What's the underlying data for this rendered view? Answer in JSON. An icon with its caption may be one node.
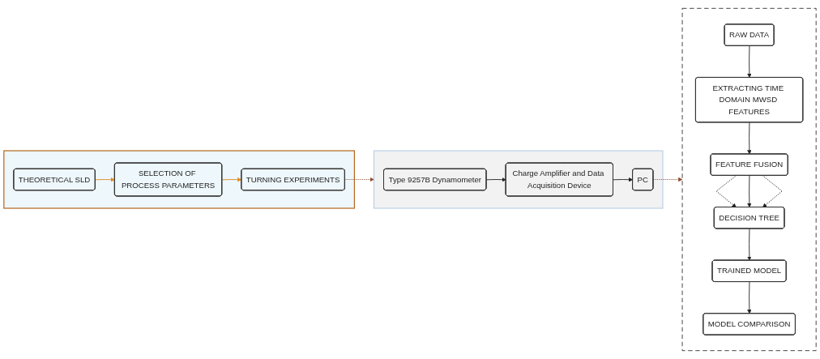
{
  "diagram": {
    "nodes": [
      {
        "text": [],
        "shape": "box"
      },
      {
        "text": [
          "THEORETICAL SLD"
        ],
        "in": 0
      },
      {
        "text": [
          "SELECTION OF PROCESS PARAMETERS"
        ],
        "in": 0
      },
      {
        "text": [
          "TURNING EXPERIMENTS"
        ],
        "in": 0
      },
      {
        "text": [],
        "shape": "box"
      },
      {
        "text": [
          "Type 9257B Dynamometer"
        ],
        "in": 4
      },
      {
        "text": [
          "Charge Amplifier and Data Acquisition Device"
        ],
        "in": 4
      },
      {
        "text": [
          "PC"
        ],
        "in": 4
      },
      {
        "text": [],
        "shape": "box"
      },
      {
        "text": [
          "RAW DATA"
        ],
        "in": 8
      },
      {
        "text": [
          "EXTRACTING TIME DOMAIN MWSD FEATURES"
        ],
        "in": 8
      },
      {
        "text": [
          "FEATURE FUSION"
        ],
        "in": 8
      },
      {
        "text": [
          "DECISION TREE"
        ],
        "in": 8
      },
      {
        "text": [
          "TRAINED MODEL"
        ],
        "in": 8
      },
      {
        "text": [
          "MODEL COMPARISON"
        ],
        "in": 8
      }
    ],
    "edges": [
      {
        "from": 1,
        "to": 2,
        "arrow": "to",
        "color": "#e08a1e"
      },
      {
        "from": 2,
        "to": 3,
        "arrow": "to",
        "color": "#e08a1e"
      },
      {
        "from": 3,
        "to": 4,
        "arrow": "to",
        "style": "dashed",
        "color": "#8b4a2f"
      },
      {
        "from": 5,
        "to": 6,
        "arrow": "to"
      },
      {
        "from": 6,
        "to": 7,
        "arrow": "to"
      },
      {
        "from": 7,
        "to": 8,
        "arrow": "to",
        "style": "dashed",
        "color": "#8b4a2f"
      },
      {
        "from": 9,
        "to": 10,
        "arrow": "to"
      },
      {
        "from": 10,
        "to": 11,
        "arrow": "to"
      },
      {
        "from": 11,
        "to": 12,
        "arrow": "to",
        "style": "dashed"
      },
      {
        "from": 11,
        "to": 12,
        "arrow": "to"
      },
      {
        "from": 11,
        "to": 12,
        "arrow": "to",
        "style": "dashed"
      },
      {
        "from": 12,
        "to": 13,
        "arrow": "to"
      },
      {
        "from": 13,
        "to": 14,
        "arrow": "to"
      }
    ]
  }
}
